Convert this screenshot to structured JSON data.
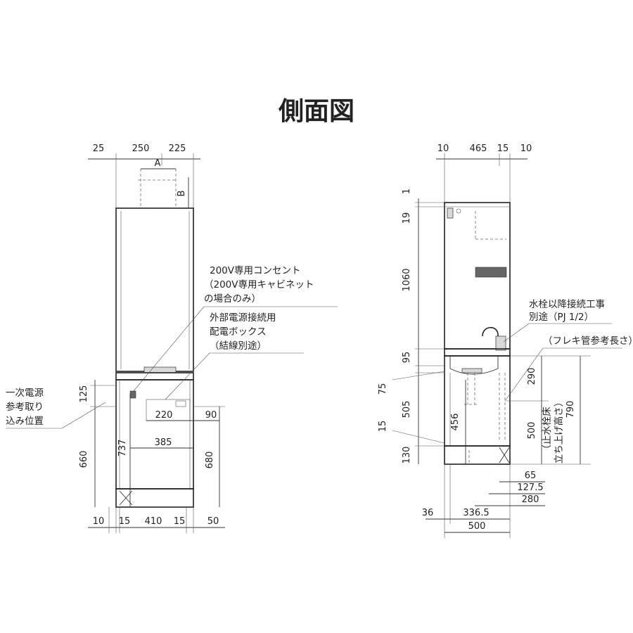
{
  "title": "側面図",
  "left": {
    "top_dims": [
      "25",
      "250",
      "225"
    ],
    "label_a": "A",
    "label_b": "B",
    "outlet_note": [
      "200V専用コンセント",
      "（200V専用キャビネット",
      "の場合のみ）"
    ],
    "box_note": [
      "外部電源接続用",
      "配電ボックス",
      "（結線別途）"
    ],
    "primary_power_note": [
      "一次電源",
      "参考取り",
      "込み位置"
    ],
    "dims": {
      "d125": "125",
      "d660": "660",
      "d737": "737",
      "d220": "220",
      "d90": "90",
      "d385": "385",
      "d680": "680"
    },
    "bottom_dims": [
      "10",
      "15",
      "410",
      "15",
      "50"
    ]
  },
  "right": {
    "top_dims": [
      "10",
      "465",
      "15",
      "10"
    ],
    "faucet_note": [
      "水栓以降接続工事",
      "別途（PJ 1/2）"
    ],
    "flex_note": "（フレキ管参考長さ）",
    "valve_note": [
      "（止水栓床",
      "立ち上げ高さ）"
    ],
    "dims": {
      "d1": "1",
      "d19": "19",
      "d1060": "1060",
      "d95": "95",
      "d75": "75",
      "d505": "505",
      "d456": "456",
      "d15": "15",
      "d130": "130",
      "d290": "290",
      "d790": "790",
      "d500": "500"
    },
    "bottom_dims": [
      "65",
      "127.5",
      "280",
      "36",
      "336.5",
      "500"
    ]
  }
}
